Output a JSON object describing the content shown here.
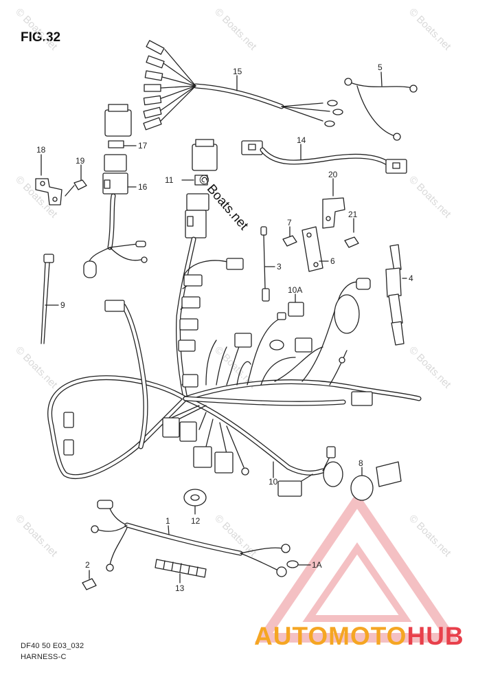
{
  "figure": {
    "title": "FIG.32",
    "code": "DF40 50 E03_032",
    "name": "HARNESS-C"
  },
  "watermark": {
    "text": "© Boats.net",
    "copyright": "© Boats.net"
  },
  "brand": {
    "part1": "AUTOMOTO",
    "part2": "HUB",
    "colors": {
      "orange": "#f5a623",
      "red": "#e8404b"
    }
  },
  "callouts": [
    "15",
    "5",
    "14",
    "17",
    "18",
    "19",
    "16",
    "11",
    "20",
    "7",
    "21",
    "3",
    "6",
    "4",
    "9",
    "10A",
    "8",
    "10",
    "12",
    "1",
    "2",
    "13",
    "1A"
  ]
}
